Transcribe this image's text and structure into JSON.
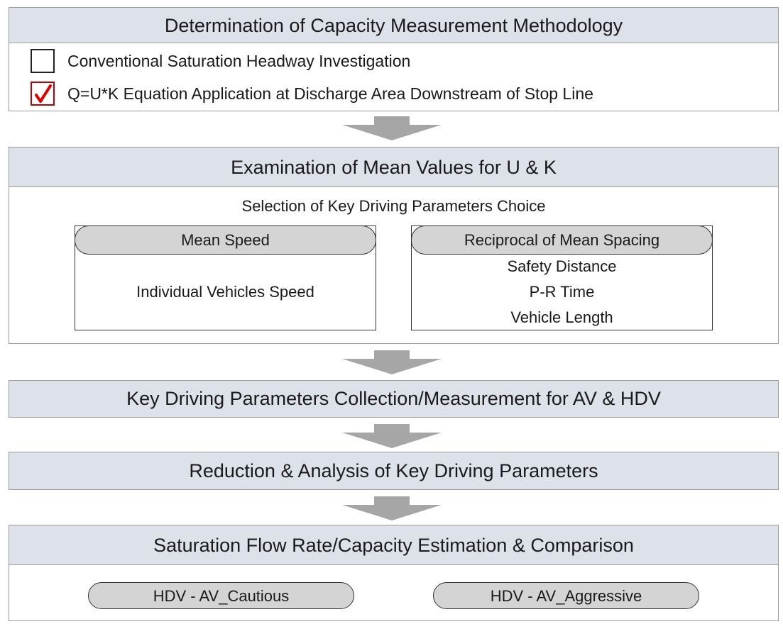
{
  "step1": {
    "title": "Determination of Capacity Measurement Methodology",
    "options": [
      {
        "label": "Conventional Saturation Headway Investigation",
        "checked": false
      },
      {
        "label": "Q=U*K Equation Application at Discharge Area Downstream of Stop Line",
        "checked": true
      }
    ]
  },
  "step2": {
    "title": "Examination of Mean Values for U & K",
    "subtitle": "Selection of Key Driving Parameters Choice",
    "params": [
      {
        "head": "Mean Speed",
        "items": [
          "Individual Vehicles Speed"
        ]
      },
      {
        "head": "Reciprocal of Mean Spacing",
        "items": [
          "Safety Distance",
          "P-R Time",
          "Vehicle Length"
        ]
      }
    ]
  },
  "step3": {
    "title": "Key Driving Parameters Collection/Measurement for AV & HDV"
  },
  "step4": {
    "title": "Reduction & Analysis of Key Driving Parameters"
  },
  "step5": {
    "title": "Saturation Flow Rate/Capacity Estimation & Comparison",
    "comparisons": [
      "HDV - AV_Cautious",
      "HDV - AV_Aggressive"
    ]
  },
  "colors": {
    "header_fill": "#dde1ea",
    "pill_fill": "#d4d4d4",
    "arrow_fill": "#a6a6a6",
    "check_color": "#e00000"
  }
}
